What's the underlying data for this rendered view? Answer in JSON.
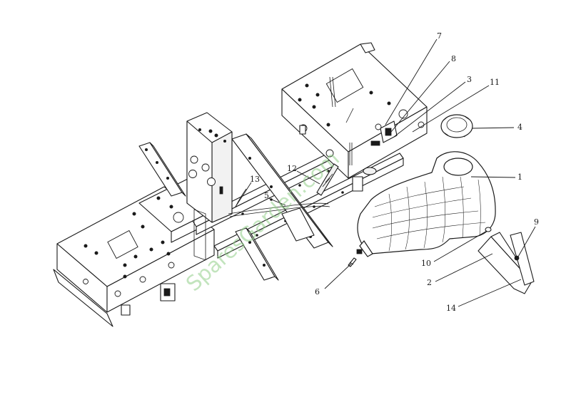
{
  "watermark": "SparesGarden.com",
  "callouts": [
    "7",
    "8",
    "3",
    "11",
    "4",
    "1",
    "12",
    "13",
    "5",
    "9",
    "10",
    "2",
    "6",
    "14"
  ]
}
